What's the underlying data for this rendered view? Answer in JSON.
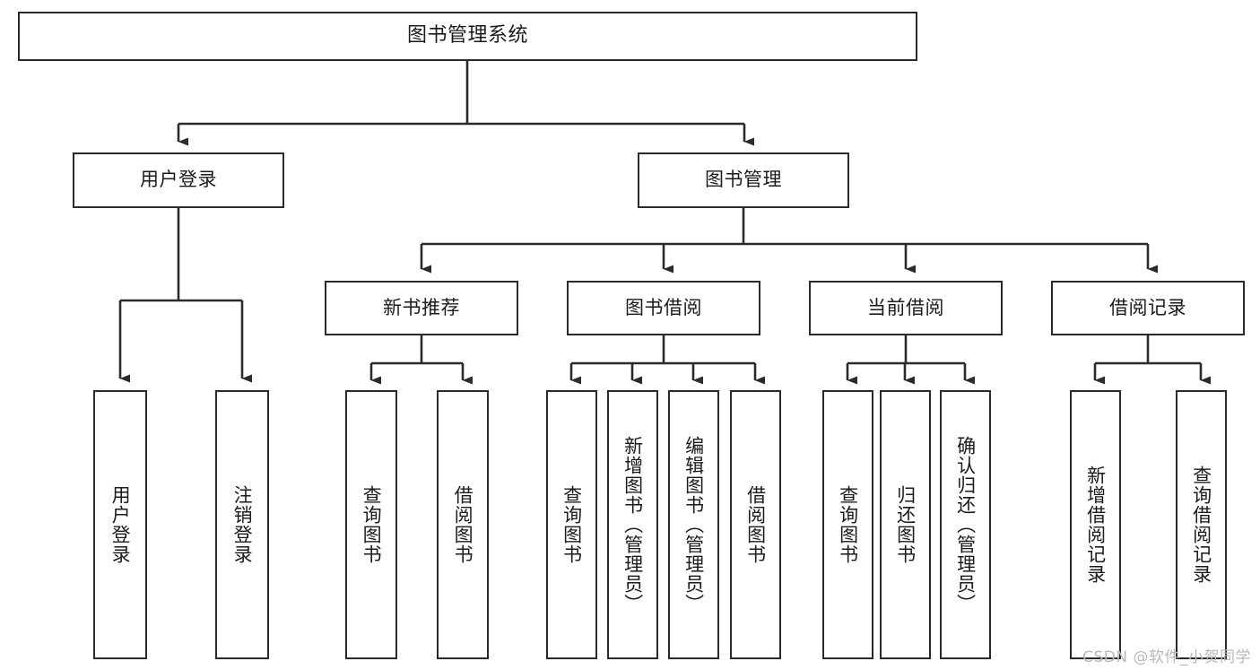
{
  "diagram": {
    "title": "图书管理系统",
    "type": "tree",
    "orientation": "top-down",
    "colors": {
      "box_border": "#2b2b2b",
      "box_fill": "#ffffff",
      "connector": "#2b2b2b",
      "text": "#1b1b1b",
      "watermark": "#b9b9b9",
      "background": "#ffffff"
    },
    "levels": 4
  },
  "nodes": {
    "root": {
      "id": "root",
      "label": "图书管理系统",
      "level": 1,
      "orientation": "horizontal"
    },
    "level2": [
      {
        "id": "user-login",
        "label": "用户登录",
        "level": 2,
        "orientation": "horizontal"
      },
      {
        "id": "book-manage",
        "label": "图书管理",
        "level": 2,
        "orientation": "horizontal"
      }
    ],
    "level3": [
      {
        "id": "new-book-recommend",
        "label": "新书推荐",
        "level": 3,
        "orientation": "horizontal",
        "parent": "book-manage"
      },
      {
        "id": "book-borrow",
        "label": "图书借阅",
        "level": 3,
        "orientation": "horizontal",
        "parent": "book-manage"
      },
      {
        "id": "current-borrow",
        "label": "当前借阅",
        "level": 3,
        "orientation": "horizontal",
        "parent": "book-manage"
      },
      {
        "id": "borrow-record",
        "label": "借阅记录",
        "level": 3,
        "orientation": "horizontal",
        "parent": "book-manage"
      }
    ],
    "leaves": [
      {
        "id": "leaf-user-login",
        "label": "用户登录",
        "parent": "user-login",
        "orientation": "vertical"
      },
      {
        "id": "leaf-user-logout",
        "label": "注销登录",
        "parent": "user-login",
        "orientation": "vertical"
      },
      {
        "id": "leaf-query-book-new",
        "label": "查询图书",
        "parent": "new-book-recommend",
        "orientation": "vertical"
      },
      {
        "id": "leaf-borrow-book-new",
        "label": "借阅图书",
        "parent": "new-book-recommend",
        "orientation": "vertical"
      },
      {
        "id": "leaf-query-book-borrow",
        "label": "查询图书",
        "parent": "book-borrow",
        "orientation": "vertical"
      },
      {
        "id": "leaf-add-book",
        "label": "新增图书（管理员）",
        "parent": "book-borrow",
        "orientation": "vertical"
      },
      {
        "id": "leaf-edit-book",
        "label": "编辑图书（管理员）",
        "parent": "book-borrow",
        "orientation": "vertical"
      },
      {
        "id": "leaf-borrow-book",
        "label": "借阅图书",
        "parent": "book-borrow",
        "orientation": "vertical"
      },
      {
        "id": "leaf-query-book-current",
        "label": "查询图书",
        "parent": "current-borrow",
        "orientation": "vertical"
      },
      {
        "id": "leaf-return-book",
        "label": "归还图书",
        "parent": "current-borrow",
        "orientation": "vertical"
      },
      {
        "id": "leaf-confirm-return",
        "label": "确认归还（管理员）",
        "parent": "current-borrow",
        "orientation": "vertical"
      },
      {
        "id": "leaf-add-record",
        "label": "新增借阅记录",
        "parent": "borrow-record",
        "orientation": "vertical"
      },
      {
        "id": "leaf-query-record",
        "label": "查询借阅记录",
        "parent": "borrow-record",
        "orientation": "vertical"
      }
    ]
  },
  "watermark": {
    "text": "CSDN @软件_小贺同学"
  }
}
